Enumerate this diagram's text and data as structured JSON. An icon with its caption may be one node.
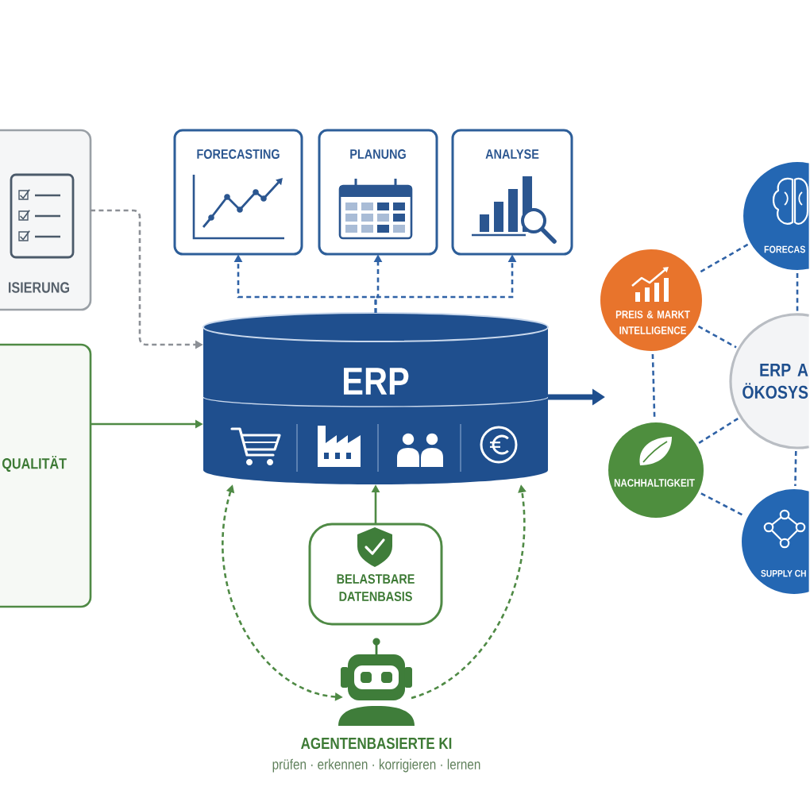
{
  "diagram": {
    "nodes": [
      {
        "text": [
          "ISIERUNG"
        ]
      },
      {
        "text": [
          "FORECASTING"
        ]
      },
      {
        "text": [
          "PLANUNG"
        ]
      },
      {
        "text": [
          "ANALYSE"
        ]
      },
      {
        "text": [
          "FORECAS"
        ]
      },
      {
        "text": [
          "PREIS & MARKT INTELLIGENCE"
        ]
      },
      {
        "text": [
          "ERP"
        ]
      },
      {
        "text": [
          "ERP A ÖKOSYS"
        ]
      },
      {
        "text": [
          "QUALITÄT"
        ]
      },
      {
        "text": [
          "NACHHALTIGKEIT"
        ]
      },
      {
        "text": [
          "SUPPLY CH"
        ]
      },
      {
        "text": [
          "BELASTBARE DATENBASIS"
        ]
      },
      {
        "text": [
          "AGENTENBASIERTE KI",
          "prüfen · erkennen · korrigieren · lernen"
        ]
      }
    ],
    "edges": [
      {
        "from": 0,
        "to": 6,
        "arrow": "to",
        "style": "dashed",
        "color": "#8c9096"
      },
      {
        "from": 8,
        "to": 6,
        "arrow": "to",
        "color": "#4f8a45"
      },
      {
        "from": 6,
        "to": 1,
        "arrow": "to",
        "style": "dashed"
      },
      {
        "from": 6,
        "to": 2,
        "arrow": "to",
        "style": "dashed"
      },
      {
        "from": 6,
        "to": 3,
        "arrow": "to",
        "style": "dashed"
      },
      {
        "from": 6,
        "to": null,
        "arrow": "to",
        "style": "thick",
        "color": "#1f4f8e"
      },
      {
        "from": 11,
        "to": 6,
        "arrow": "to",
        "color": "#4f8a45"
      },
      {
        "from": 6,
        "to": 12,
        "arrow": "both",
        "style": "dashed",
        "color": "#4f8a45"
      },
      {
        "from": 12,
        "to": 6,
        "arrow": "to",
        "style": "dashed",
        "color": "#4f8a45"
      },
      {
        "from": 4,
        "to": 5,
        "arrow": "none",
        "style": "dashed"
      },
      {
        "from": 5,
        "to": 9,
        "arrow": "none",
        "style": "dashed"
      },
      {
        "from": 9,
        "to": 10,
        "arrow": "none",
        "style": "dashed"
      },
      {
        "from": 4,
        "to": 7,
        "arrow": "none",
        "style": "dashed"
      },
      {
        "from": 7,
        "to": 10,
        "arrow": "none",
        "style": "dashed"
      },
      {
        "from": 5,
        "to": 7,
        "arrow": "none",
        "style": "dashed"
      },
      {
        "from": 9,
        "to": 7,
        "arrow": "none",
        "style": "dashed"
      }
    ]
  }
}
